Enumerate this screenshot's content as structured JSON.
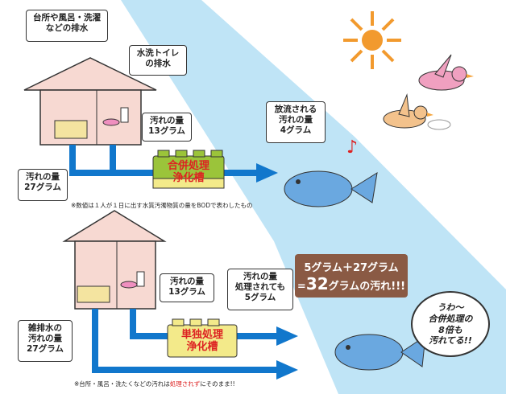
{
  "top": {
    "drain_bubble_lines": [
      "台所や風呂・洗濯",
      "などの排水"
    ],
    "toilet_bubble_lines": [
      "水洗トイレ",
      "の排水"
    ],
    "tank_load_lines": [
      "汚れの量",
      "13グラム"
    ],
    "tank_label_lines": [
      "合併処理",
      "浄化槽"
    ],
    "household_load_lines": [
      "汚れの量",
      "27グラム"
    ],
    "discharge_lines": [
      "放流される",
      "汚れの量",
      "4グラム"
    ],
    "note": "※数値は１人が１日に出す水質汚濁物質の量をBODで表わしたもの"
  },
  "bottom": {
    "toilet_load_lines": [
      "汚れの量",
      "13グラム"
    ],
    "treated_lines": [
      "汚れの量",
      "処理されても",
      "5グラム"
    ],
    "tank_label_lines": [
      "単独処理",
      "浄化槽"
    ],
    "graywater_lines": [
      "雑排水の",
      "汚れの量",
      "27グラム"
    ],
    "total_line1": "5グラム＋27グラム",
    "total_line2_prefix": "=",
    "total_line2_big": "32",
    "total_line2_suffix": "グラムの汚れ!!!",
    "exclaim_lines": [
      "うわ〜",
      "合併処理の",
      "8倍も",
      "汚れてる!!"
    ],
    "note_prefix": "※台所・風呂・洗たくなどの汚れは",
    "note_red": "処理されず",
    "note_suffix": "にそのまま!!"
  },
  "colors": {
    "river": "#bfe4f6",
    "pipe": "#1177cc",
    "house": "#f7d9d2",
    "tank": "#9bc43a",
    "tank_bottom": "#f3ea8a",
    "sun": "#f29a2e",
    "brown_box": "#8a5a44",
    "fish": "#6aa8e0"
  }
}
